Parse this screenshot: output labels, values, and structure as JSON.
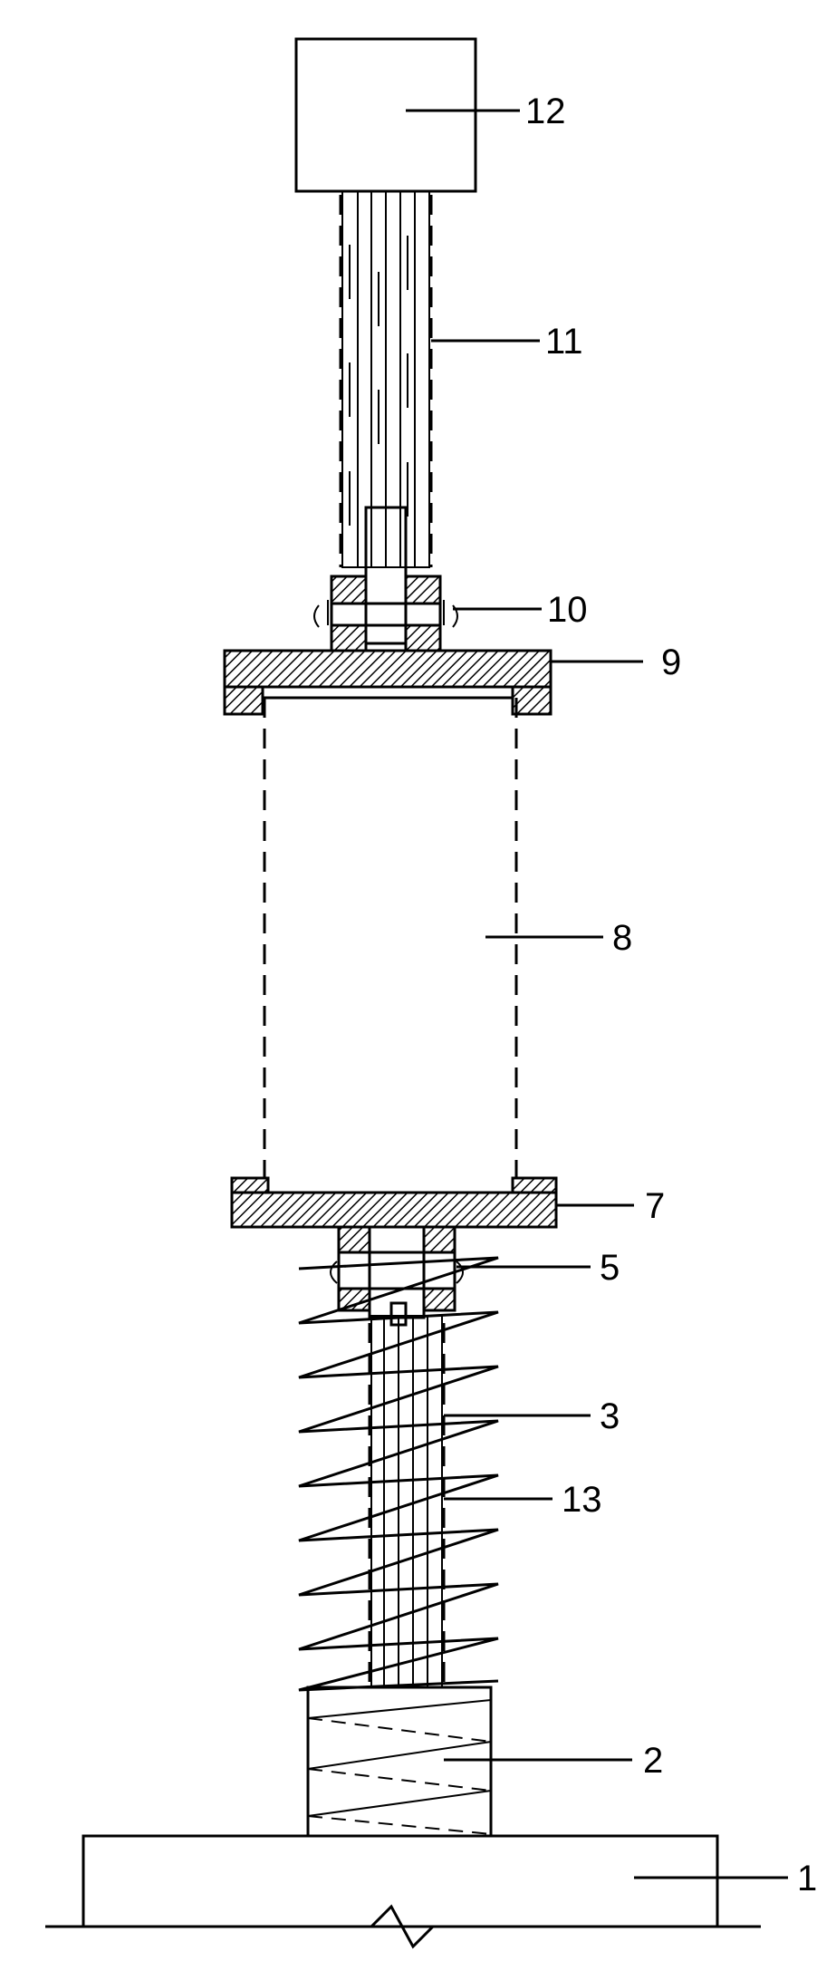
{
  "labels": {
    "l1": "1",
    "l2": "2",
    "l3": "3",
    "l5": "5",
    "l7": "7",
    "l8": "8",
    "l9": "9",
    "l10": "10",
    "l11": "11",
    "l12": "12",
    "l13": "13"
  }
}
